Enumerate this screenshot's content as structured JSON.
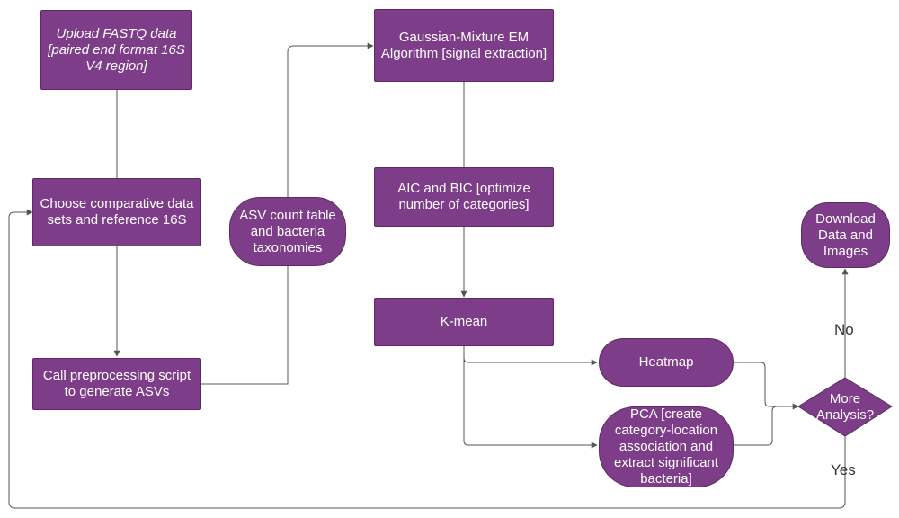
{
  "colors": {
    "node_fill": "#7e3d88",
    "node_border": "#5e2a66",
    "line": "#555555",
    "text": "#ffffff"
  },
  "nodes": {
    "upload": "Upload FASTQ data [paired end format 16S V4 region]",
    "choose": "Choose comparative data sets and reference 16S",
    "preprocess": "Call preprocessing script to generate ASVs",
    "asv_table": "ASV count table and bacteria taxonomies",
    "gmm": "Gaussian-Mixture EM Algorithm [signal extraction]",
    "aic_bic": "AIC and BIC [optimize number of categories]",
    "kmean": "K-mean",
    "heatmap": "Heatmap",
    "pca": "PCA [create category-location association and extract significant bacteria]",
    "more_analysis": "More Analysis?",
    "download": "Download Data and Images"
  },
  "edge_labels": {
    "no": "No",
    "yes": "Yes"
  }
}
